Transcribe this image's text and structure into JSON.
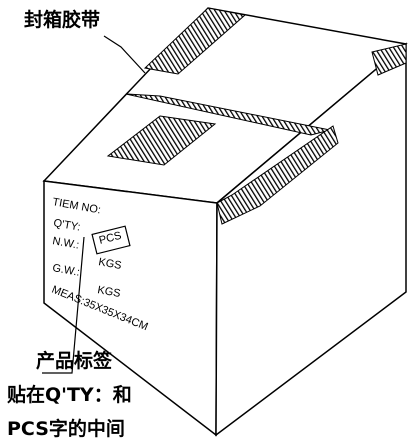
{
  "callouts": {
    "tape": "封箱胶带",
    "product_label": "产品标签",
    "attach_line1": "贴在Q'TY：和",
    "attach_line2": "PCS字的中间"
  },
  "box_marking": {
    "item_no": "TIEM NO:",
    "qty": "Q'TY:",
    "nw": "N.W.:",
    "gw": "G.W.:",
    "pcs": "PCS",
    "kgs1": "KGS",
    "kgs2": "KGS",
    "meas": "MEAS:35X35X34CM"
  },
  "colors": {
    "line": "#000000",
    "tape": "#1a1a1a",
    "background": "#ffffff"
  }
}
